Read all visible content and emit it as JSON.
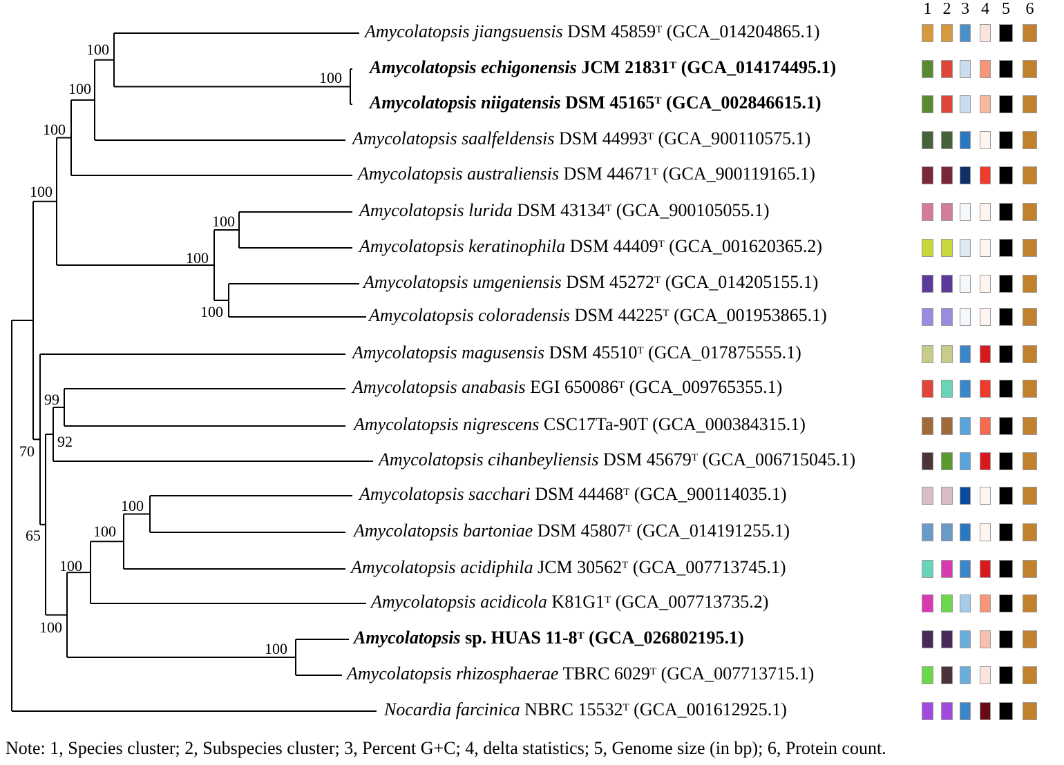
{
  "taxa": [
    {
      "genus": "Amycolatopsis",
      "species": "jiangsuensis",
      "strain": "DSM 45859",
      "sup": "T",
      "acc": "(GCA_014204865.1)",
      "bold": false,
      "colors": [
        "#D69A3E",
        "#D69A3E",
        "#4A90C8",
        "#FCE4DE",
        "#000000",
        "#C4812D"
      ]
    },
    {
      "genus": "Amycolatopsis",
      "species": "echigonensis",
      "strain": "JCM 21831",
      "sup": "T",
      "acc": "(GCA_014174495.1)",
      "bold": true,
      "colors": [
        "#5A8A2E",
        "#E0453A",
        "#C8DDF0",
        "#F8967A",
        "#000000",
        "#C4812D"
      ]
    },
    {
      "genus": "Amycolatopsis",
      "species": "niigatensis",
      "strain": "DSM 45165",
      "sup": "T",
      "acc": "(GCA_002846615.1)",
      "bold": true,
      "colors": [
        "#5A8A2E",
        "#E0453A",
        "#C8DDF0",
        "#F8B8A0",
        "#000000",
        "#C4812D"
      ]
    },
    {
      "genus": "Amycolatopsis",
      "species": "saalfeldensis",
      "strain": "DSM 44993",
      "sup": "T",
      "acc": "(GCA_900110575.1)",
      "bold": false,
      "colors": [
        "#45623A",
        "#45623A",
        "#2A78C0",
        "#FEF4F0",
        "#000000",
        "#C4812D"
      ]
    },
    {
      "genus": "Amycolatopsis",
      "species": "australiensis",
      "strain": "DSM 44671",
      "sup": "T",
      "acc": "(GCA_900119165.1)",
      "bold": false,
      "colors": [
        "#7A2838",
        "#7A2838",
        "#0F2F66",
        "#EE3B2E",
        "#000000",
        "#C4812D"
      ]
    },
    {
      "genus": "Amycolatopsis",
      "species": "lurida",
      "strain": "DSM 43134",
      "sup": "T",
      "acc": "(GCA_900105055.1)",
      "bold": false,
      "colors": [
        "#D47A9A",
        "#D47A9A",
        "#F4F8FC",
        "#FEF4F0",
        "#000000",
        "#C4812D"
      ]
    },
    {
      "genus": "Amycolatopsis",
      "species": "keratinophila",
      "strain": "DSM 44409",
      "sup": "T",
      "acc": "(GCA_001620365.2)",
      "bold": false,
      "colors": [
        "#C8D83A",
        "#C8D83A",
        "#DCE8F4",
        "#FEF4F0",
        "#000000",
        "#C4812D"
      ]
    },
    {
      "genus": "Amycolatopsis",
      "species": "umgeniensis",
      "strain": "DSM 45272",
      "sup": "T",
      "acc": "(GCA_014205155.1)",
      "bold": false,
      "colors": [
        "#5A3A9A",
        "#5A3A9A",
        "#F4F8FC",
        "#FEF4F0",
        "#000000",
        "#C4812D"
      ]
    },
    {
      "genus": "Amycolatopsis",
      "species": "coloradensis",
      "strain": "DSM 44225",
      "sup": "T",
      "acc": "(GCA_001953865.1)",
      "bold": false,
      "colors": [
        "#9A8AE0",
        "#9A8AE0",
        "#F4F8FC",
        "#FEF4F0",
        "#000000",
        "#C4812D"
      ]
    },
    {
      "genus": "Amycolatopsis",
      "species": "magusensis",
      "strain": "DSM 45510",
      "sup": "T",
      "acc": "(GCA_017875555.1)",
      "bold": false,
      "colors": [
        "#C8CC8A",
        "#C8CC8A",
        "#3A86C8",
        "#D8191E",
        "#000000",
        "#C4812D"
      ]
    },
    {
      "genus": "Amycolatopsis",
      "species": "anabasis",
      "strain": "EGI 650086",
      "sup": "T",
      "acc": "(GCA_009765355.1)",
      "bold": false,
      "colors": [
        "#E0453A",
        "#6AD4B8",
        "#3A86C8",
        "#EE3B2E",
        "#000000",
        "#C4812D"
      ]
    },
    {
      "genus": "Amycolatopsis",
      "species": "nigrescens",
      "strain": "CSC17Ta-90T",
      "sup": "",
      "acc": "(GCA_000384315.1)",
      "bold": false,
      "colors": [
        "#A06A3A",
        "#A06A3A",
        "#5AA4DC",
        "#F86A50",
        "#000000",
        "#C4812D"
      ]
    },
    {
      "genus": "Amycolatopsis",
      "species": "cihanbeyliensis",
      "strain": "DSM 45679",
      "sup": "T",
      "acc": "(GCA_006715045.1)",
      "bold": false,
      "colors": [
        "#4A3438",
        "#5A9A2E",
        "#5AA4DC",
        "#D8191E",
        "#000000",
        "#C4812D"
      ]
    },
    {
      "genus": "Amycolatopsis",
      "species": "sacchari",
      "strain": "DSM 44468",
      "sup": "T",
      "acc": "(GCA_900114035.1)",
      "bold": false,
      "colors": [
        "#D8BCC8",
        "#D8BCC8",
        "#0A4A9A",
        "#FEF4F0",
        "#000000",
        "#C4812D"
      ]
    },
    {
      "genus": "Amycolatopsis",
      "species": "bartoniae",
      "strain": "DSM 45807",
      "sup": "T",
      "acc": "(GCA_014191255.1)",
      "bold": false,
      "colors": [
        "#6A9AC8",
        "#6A9AC8",
        "#2A78C0",
        "#FEF4F0",
        "#000000",
        "#C4812D"
      ]
    },
    {
      "genus": "Amycolatopsis",
      "species": "acidiphila",
      "strain": "JCM 30562",
      "sup": "T",
      "acc": "(GCA_007713745.1)",
      "bold": false,
      "colors": [
        "#6AD4B8",
        "#D83AB0",
        "#3A86C8",
        "#D8191E",
        "#000000",
        "#C4812D"
      ]
    },
    {
      "genus": "Amycolatopsis",
      "species": "acidicola",
      "strain": "K81G1",
      "sup": "T",
      "acc": "(GCA_007713735.2)",
      "bold": false,
      "colors": [
        "#D83AB0",
        "#6AD84A",
        "#A4CCEA",
        "#F8967A",
        "#000000",
        "#C4812D"
      ]
    },
    {
      "genus": "Amycolatopsis",
      "species": "sp. HUAS 11-8",
      "strain": "",
      "sup": "T",
      "acc": "(GCA_026802195.1)",
      "bold": true,
      "colors": [
        "#4A2A5A",
        "#4A2A5A",
        "#6AAEDC",
        "#F8C0AC",
        "#000000",
        "#C4812D"
      ]
    },
    {
      "genus": "Amycolatopsis",
      "species": "rhizosphaerae",
      "strain": "TBRC 6029",
      "sup": "T",
      "acc": "(GCA_007713715.1)",
      "bold": false,
      "colors": [
        "#6AD84A",
        "#4A3438",
        "#6AAEDC",
        "#FCE4DE",
        "#000000",
        "#C4812D"
      ]
    },
    {
      "genus": "Nocardia",
      "species": "farcinica",
      "strain": "NBRC 15532",
      "sup": "T",
      "acc": "(GCA_001612925.1)",
      "bold": false,
      "colors": [
        "#A04AE0",
        "#A04AE0",
        "#3A86C8",
        "#6A0A14",
        "#000000",
        "#C4812D"
      ]
    }
  ],
  "bootstraps": [
    "100",
    "100",
    "100",
    "100",
    "100",
    "100",
    "100",
    "100",
    "99",
    "92",
    "70",
    "65",
    "100",
    "100",
    "100",
    "100",
    "100"
  ],
  "columns": [
    "1",
    "2",
    "3",
    "4",
    "5",
    "6"
  ],
  "note": "Note: 1, Species cluster; 2, Subspecies cluster; 3, Percent G+C; 4, delta statistics; 5, Genome size (in bp); 6, Protein count."
}
